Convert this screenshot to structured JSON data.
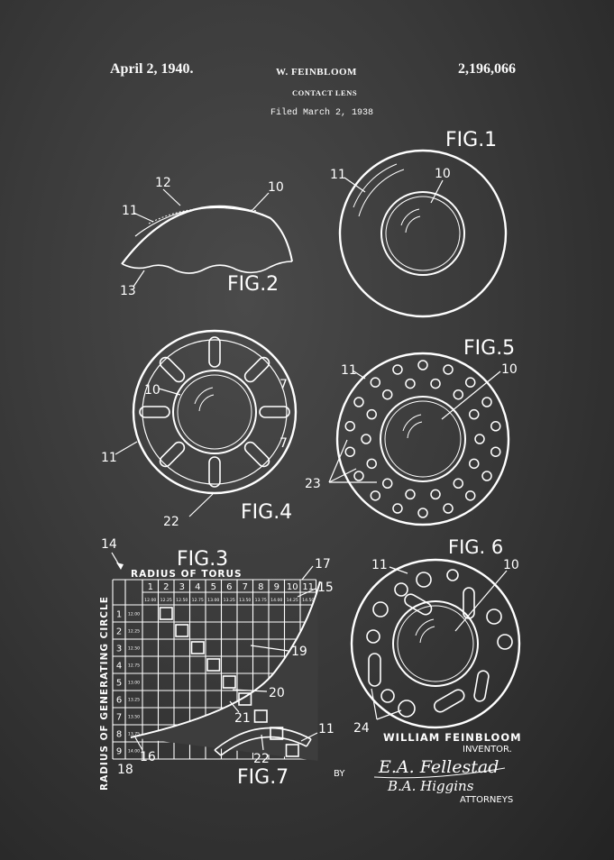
{
  "header": {
    "date": "April 2, 1940.",
    "inventor": "W. FEINBLOOM",
    "title": "CONTACT LENS",
    "filed": "Filed March 2, 1938",
    "patent_number": "2,196,066"
  },
  "figures": {
    "fig1": {
      "label": "FIG.1",
      "callouts": [
        "11",
        "10"
      ]
    },
    "fig2": {
      "label": "FIG.2",
      "callouts": [
        "12",
        "10",
        "11",
        "13"
      ]
    },
    "fig3": {
      "label": "FIG.3",
      "ref": "14",
      "top_title": "RADIUS OF TORUS",
      "side_title": "RADIUS OF GENERATING CIRCLE",
      "col_numbers": [
        "1",
        "2",
        "3",
        "4",
        "5",
        "6",
        "7",
        "8",
        "9",
        "10",
        "11"
      ],
      "col_values": [
        "12.00",
        "12.25",
        "12.50",
        "12.75",
        "13.00",
        "13.25",
        "13.50",
        "13.75",
        "14.00",
        "14.25",
        "14.50"
      ],
      "row_numbers": [
        "1",
        "2",
        "3",
        "4",
        "5",
        "6",
        "7",
        "8",
        "9"
      ],
      "row_values": [
        "12.00",
        "12.25",
        "12.50",
        "12.75",
        "13.00",
        "13.25",
        "13.50",
        "13.75",
        "14.00"
      ],
      "callouts": [
        "17",
        "15",
        "19",
        "20",
        "21",
        "16",
        "18"
      ]
    },
    "fig4": {
      "label": "FIG.4",
      "callouts": [
        "10",
        "7",
        "7",
        "11",
        "22"
      ]
    },
    "fig5": {
      "label": "FIG.5",
      "callouts": [
        "11",
        "10",
        "23"
      ]
    },
    "fig6": {
      "label": "FIG. 6",
      "callouts": [
        "11",
        "10",
        "24"
      ]
    },
    "fig7": {
      "label": "FIG.7",
      "callouts": [
        "22",
        "11"
      ]
    }
  },
  "footer": {
    "inventor_name": "WILLIAM FEINBLOOM",
    "inventor_role": "INVENTOR.",
    "by": "BY",
    "signature1": "E.A. Fellestad",
    "signature2": "B.A. Higgins",
    "attorneys": "ATTORNEYS"
  }
}
